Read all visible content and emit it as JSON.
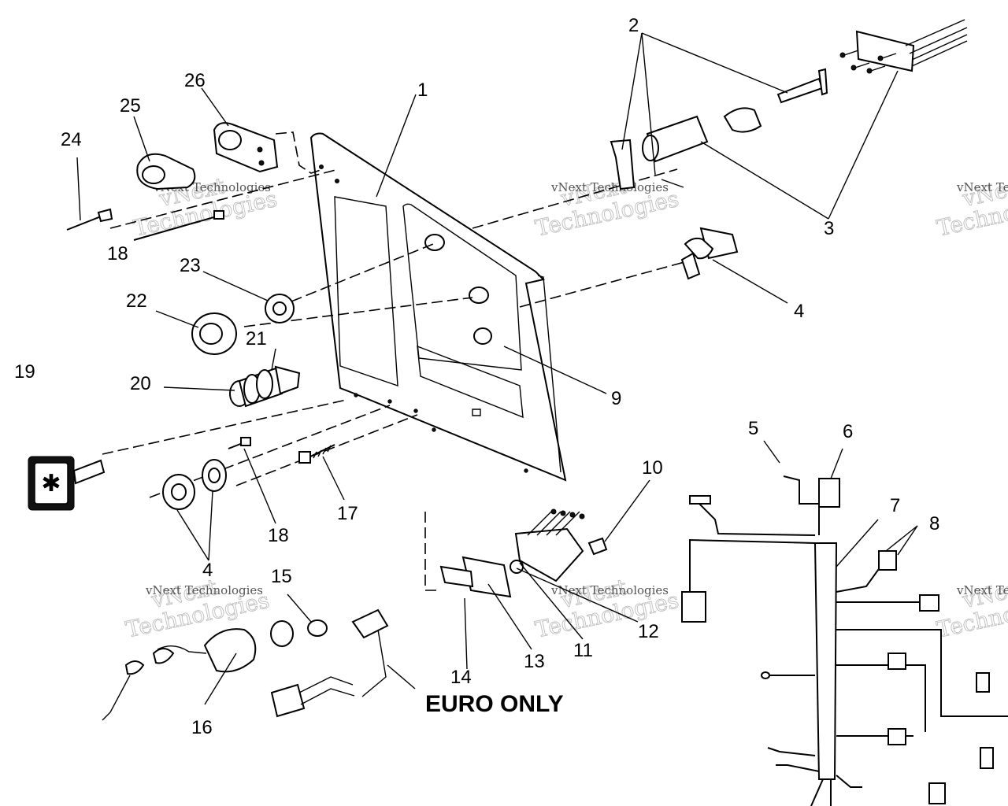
{
  "callouts": {
    "c1": "1",
    "c2": "2",
    "c3": "3",
    "c4a": "4",
    "c4b": "4",
    "c5": "5",
    "c6": "6",
    "c7": "7",
    "c8": "8",
    "c9": "9",
    "c10": "10",
    "c11": "11",
    "c12": "12",
    "c13": "13",
    "c14": "14",
    "c15": "15",
    "c16": "16",
    "c17": "17",
    "c18a": "18",
    "c18b": "18",
    "c19": "19",
    "c20": "20",
    "c21": "21",
    "c22": "22",
    "c23": "23",
    "c24": "24",
    "c25": "25",
    "c26": "26"
  },
  "note": {
    "euro_only": "EURO ONLY"
  },
  "watermark": {
    "line1": "vNext",
    "line2": "Technologies",
    "small": "vNext Technologies"
  }
}
